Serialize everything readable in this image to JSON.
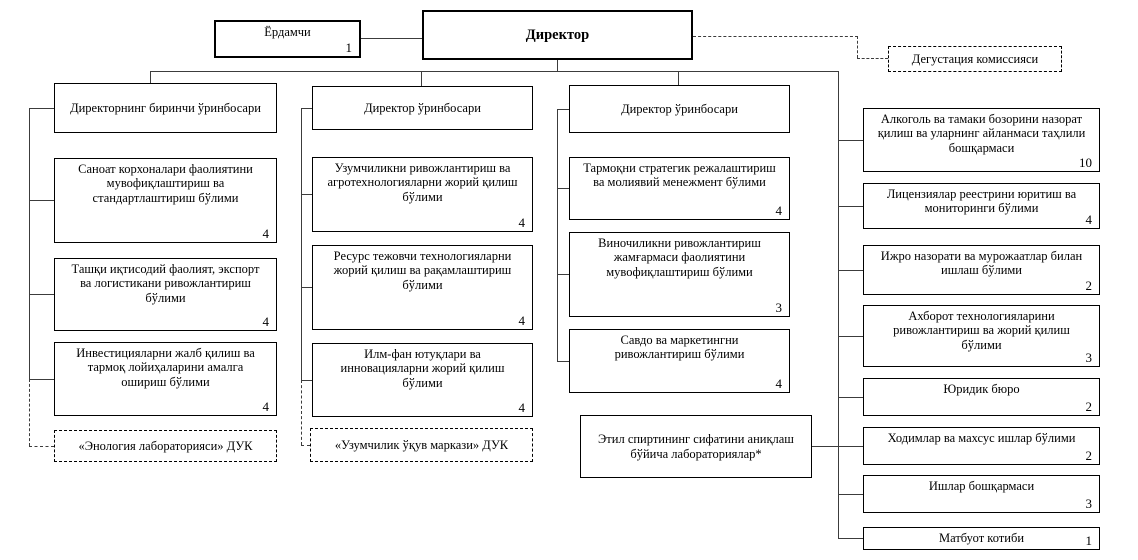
{
  "palette": {
    "ink": "#000000",
    "background": "#ffffff",
    "line": "#3c3c3c"
  },
  "org": {
    "assistant": {
      "label": "Ёрдамчи",
      "count": "1"
    },
    "director": {
      "label": "Директор"
    },
    "commission": {
      "label": "Дегустация комиссияси"
    },
    "columns": [
      {
        "header": "Директорнинг биринчи ўринбосари",
        "units": [
          {
            "label": "Саноат корхоналари фаолиятини мувофиқлаштириш ва стандартлаштириш бўлими",
            "count": "4"
          },
          {
            "label": "Ташқи иқтисодий фаолият, экспорт ва логистикани ривожлантириш бўлими",
            "count": "4"
          },
          {
            "label": "Инвестицияларни жалб қилиш ва тармоқ лойиҳаларини амалга ошириш бўлими",
            "count": "4"
          }
        ],
        "subordinate": "«Энология лабораторияси» ДУК"
      },
      {
        "header": "Директор ўринбосари",
        "units": [
          {
            "label": "Узумчиликни ривожлантириш ва агротехнологияларни жорий қилиш бўлими",
            "count": "4"
          },
          {
            "label": "Ресурс тежовчи технологияларни жорий қилиш ва рақамлаштириш бўлими",
            "count": "4"
          },
          {
            "label": "Илм-фан ютуқлари ва инновацияларни жорий қилиш бўлими",
            "count": "4"
          }
        ],
        "subordinate": "«Узумчилик ўқув маркази» ДУК"
      },
      {
        "header": "Директор ўринбосари",
        "units": [
          {
            "label": "Тармоқни стратегик режалаштириш ва молиявий менежмент бўлими",
            "count": "4"
          },
          {
            "label": "Виночиликни ривожлантириш жамғармаси фаолиятини мувофиқлаштириш бўлими",
            "count": "3"
          },
          {
            "label": "Савдо ва маркетингни ривожлантириш бўлими",
            "count": "4"
          }
        ]
      }
    ],
    "laboratory": {
      "label": "Этил спиртининг сифатини аниқлаш бўйича лабораториялар*"
    },
    "right_units": [
      {
        "label": "Алкоголь ва тамаки бозорини назорат қилиш ва уларнинг айланмаси таҳлили бошқармаси",
        "count": "10"
      },
      {
        "label": "Лицензиялар реестрини юритиш ва мониторинги бўлими",
        "count": "4"
      },
      {
        "label": "Ижро назорати ва мурожаатлар билан ишлаш бўлими",
        "count": "2"
      },
      {
        "label": "Ахборот технологияларини ривожлантириш ва жорий қилиш бўлими",
        "count": "3"
      },
      {
        "label": "Юридик бюро",
        "count": "2"
      },
      {
        "label": "Ходимлар ва махсус ишлар бўлими",
        "count": "2"
      },
      {
        "label": "Ишлар бошқармаси",
        "count": "3"
      },
      {
        "label": "Матбуот котиби",
        "count": "1"
      }
    ]
  }
}
